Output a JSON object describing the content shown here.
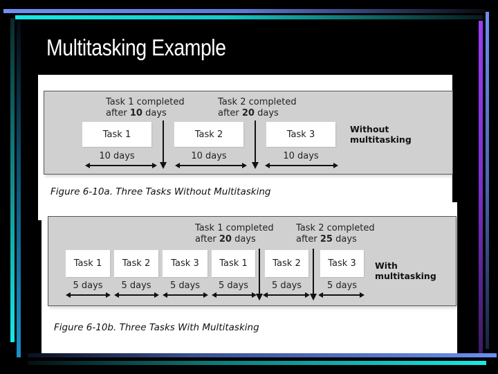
{
  "slide": {
    "title": "Multitasking Example"
  },
  "frame_colors": {
    "top_bar_blue": "#6f8fef",
    "top_bar_cyan": "#18e6e6",
    "right_bar_purple": "#9b3cf5",
    "right_bar_blue": "#6b8fe8"
  },
  "figure_a": {
    "caption": "Figure 6-10a. Three Tasks Without Multitasking",
    "side_label_line1": "Without",
    "side_label_line2": "multitasking",
    "tasks": [
      {
        "label": "Task 1",
        "duration": "10 days"
      },
      {
        "label": "Task 2",
        "duration": "10 days"
      },
      {
        "label": "Task 3",
        "duration": "10 days"
      }
    ],
    "milestones": [
      {
        "line1": "Task 1 completed",
        "prefix": "after ",
        "value": "10",
        "suffix": " days"
      },
      {
        "line1": "Task 2 completed",
        "prefix": "after ",
        "value": "20",
        "suffix": " days"
      }
    ]
  },
  "figure_b": {
    "caption": "Figure 6-10b. Three Tasks With Multitasking",
    "side_label_line1": "With",
    "side_label_line2": "multitasking",
    "tasks": [
      {
        "label": "Task 1",
        "duration": "5 days"
      },
      {
        "label": "Task 2",
        "duration": "5 days"
      },
      {
        "label": "Task 3",
        "duration": "5 days"
      },
      {
        "label": "Task 1",
        "duration": "5 days"
      },
      {
        "label": "Task 2",
        "duration": "5 days"
      },
      {
        "label": "Task 3",
        "duration": "5 days"
      }
    ],
    "milestones": [
      {
        "line1": "Task 1 completed",
        "prefix": "after ",
        "value": "20",
        "suffix": " days"
      },
      {
        "line1": "Task 2 completed",
        "prefix": "after ",
        "value": "25",
        "suffix": " days"
      }
    ]
  }
}
